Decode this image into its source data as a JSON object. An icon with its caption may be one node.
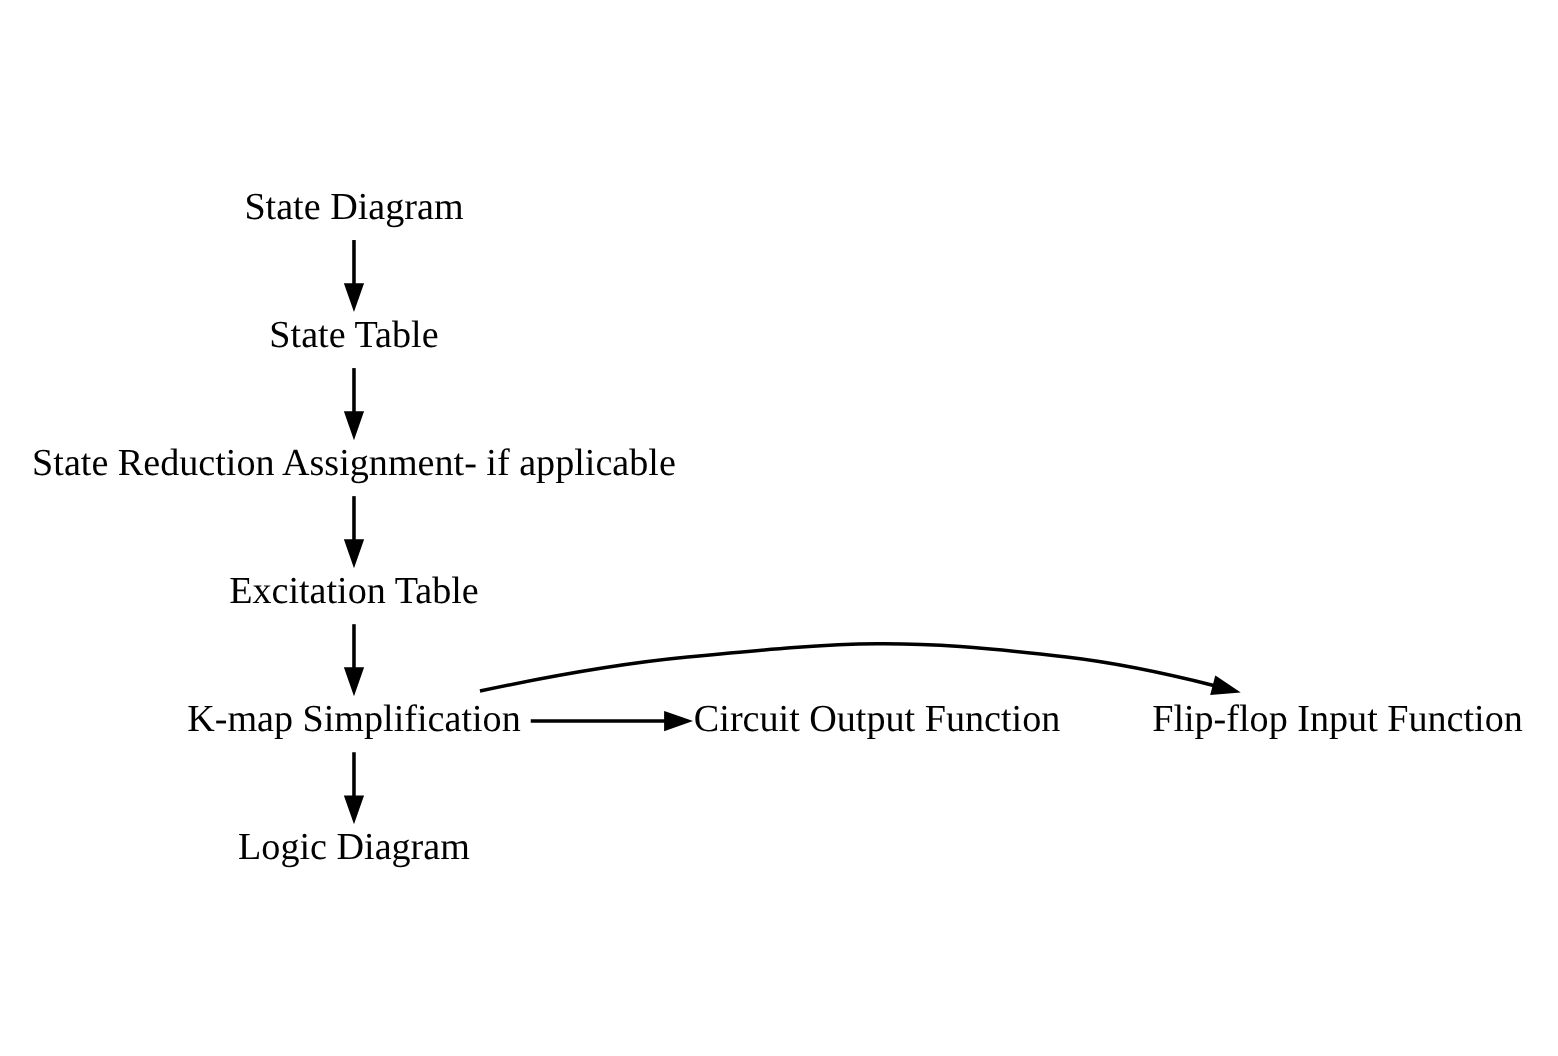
{
  "diagram": {
    "nodes": [
      {
        "text": [
          "State Diagram"
        ]
      },
      {
        "text": [
          "State Table"
        ]
      },
      {
        "text": [
          "State Reduction Assignment- if applicable"
        ]
      },
      {
        "text": [
          "Excitation Table"
        ]
      },
      {
        "text": [
          "K-map Simplification"
        ]
      },
      {
        "text": [
          "Flip-flop Input Function"
        ]
      },
      {
        "text": [
          "Circuit Output Function"
        ]
      },
      {
        "text": [
          "Logic Diagram"
        ]
      }
    ],
    "edges": [
      {
        "from": 0,
        "to": 1,
        "arrow": "to"
      },
      {
        "from": 1,
        "to": 2,
        "arrow": "to"
      },
      {
        "from": 2,
        "to": 3,
        "arrow": "to"
      },
      {
        "from": 3,
        "to": 4,
        "arrow": "to"
      },
      {
        "from": 4,
        "to": 5,
        "arrow": "to"
      },
      {
        "from": 4,
        "to": 6,
        "arrow": "to"
      },
      {
        "from": 4,
        "to": 7,
        "arrow": "to"
      }
    ]
  }
}
